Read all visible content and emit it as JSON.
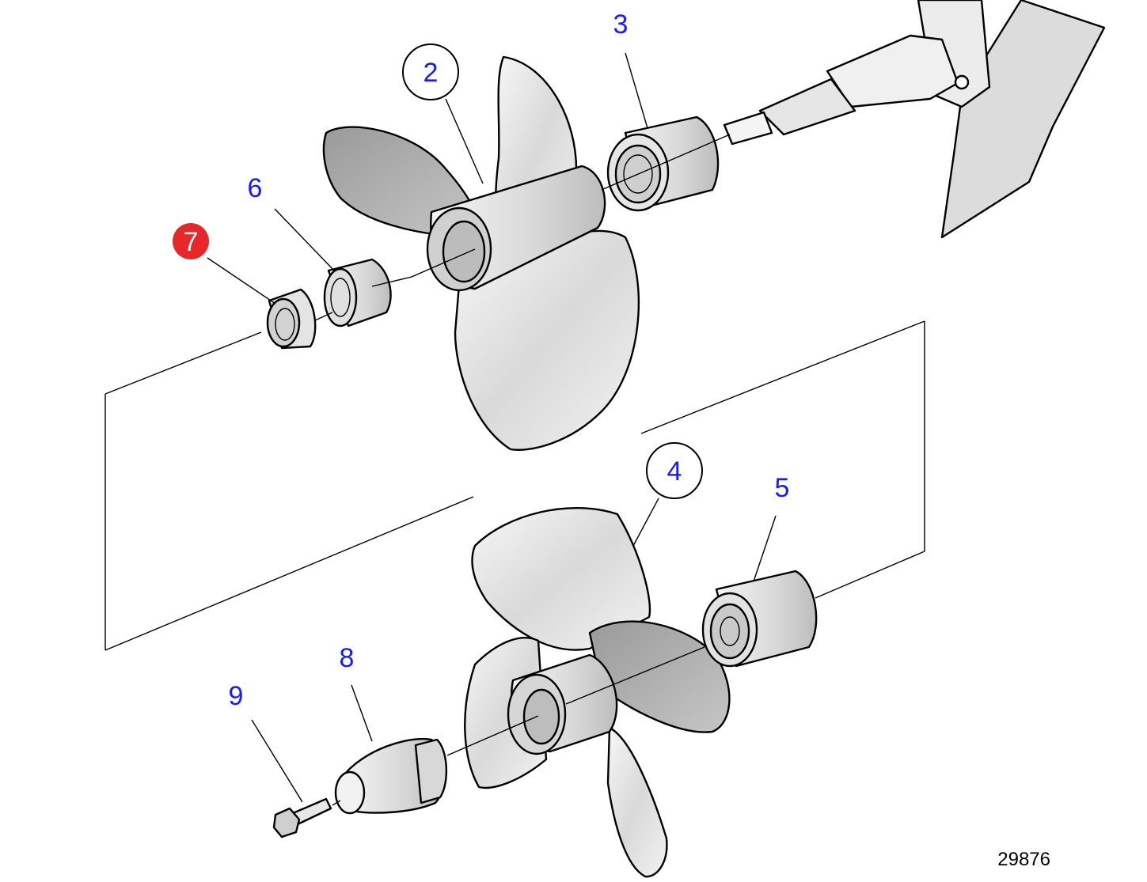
{
  "figure_number": "29876",
  "colors": {
    "label_blue": "#1a1aff",
    "highlight_red": "#e8272a",
    "part_fill": "#ebebeb",
    "part_shade": "#c8c8c8",
    "outline": "#000000"
  },
  "callouts": [
    {
      "id": "2",
      "label": "2",
      "style": "circle"
    },
    {
      "id": "3",
      "label": "3",
      "style": "plain"
    },
    {
      "id": "4",
      "label": "4",
      "style": "circle"
    },
    {
      "id": "5",
      "label": "5",
      "style": "plain"
    },
    {
      "id": "6",
      "label": "6",
      "style": "plain"
    },
    {
      "id": "7",
      "label": "7",
      "style": "highlighted"
    },
    {
      "id": "8",
      "label": "8",
      "style": "plain"
    },
    {
      "id": "9",
      "label": "9",
      "style": "plain"
    }
  ]
}
